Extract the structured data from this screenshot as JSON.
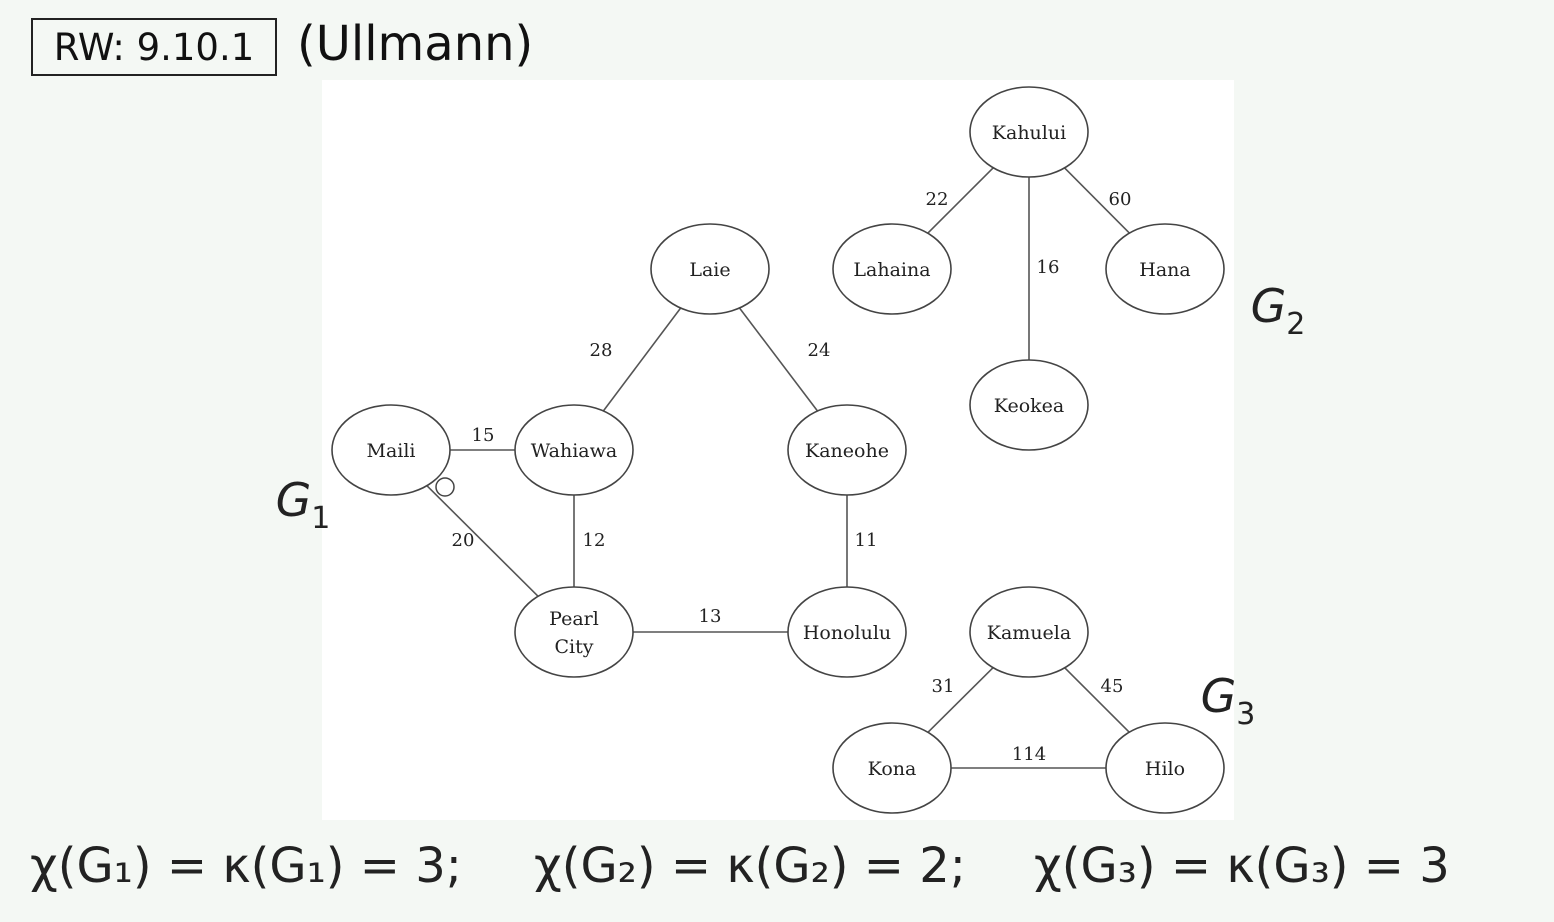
{
  "header": {
    "tag": "RW: 9.10.1",
    "subtitle": "(Ullmann)"
  },
  "graphs": [
    {
      "label": "G",
      "label_sub": "1",
      "nodes": [
        "Laie",
        "Maili",
        "Wahiawa",
        "Kaneohe",
        "Pearl City",
        "Honolulu"
      ],
      "edges": [
        {
          "from": "Laie",
          "to": "Wahiawa",
          "weight": "28"
        },
        {
          "from": "Laie",
          "to": "Kaneohe",
          "weight": "24"
        },
        {
          "from": "Maili",
          "to": "Wahiawa",
          "weight": "15"
        },
        {
          "from": "Maili",
          "to": "Pearl City",
          "weight": "20"
        },
        {
          "from": "Wahiawa",
          "to": "Pearl City",
          "weight": "12"
        },
        {
          "from": "Kaneohe",
          "to": "Honolulu",
          "weight": "11"
        },
        {
          "from": "Pearl City",
          "to": "Honolulu",
          "weight": "13"
        }
      ]
    },
    {
      "label": "G",
      "label_sub": "2",
      "nodes": [
        "Kahului",
        "Lahaina",
        "Hana",
        "Keokea"
      ],
      "edges": [
        {
          "from": "Kahului",
          "to": "Lahaina",
          "weight": "22"
        },
        {
          "from": "Kahului",
          "to": "Hana",
          "weight": "60"
        },
        {
          "from": "Kahului",
          "to": "Keokea",
          "weight": "16"
        }
      ]
    },
    {
      "label": "G",
      "label_sub": "3",
      "nodes": [
        "Kamuela",
        "Kona",
        "Hilo"
      ],
      "edges": [
        {
          "from": "Kamuela",
          "to": "Kona",
          "weight": "31"
        },
        {
          "from": "Kamuela",
          "to": "Hilo",
          "weight": "45"
        },
        {
          "from": "Kona",
          "to": "Hilo",
          "weight": "114"
        }
      ]
    }
  ],
  "formula": {
    "g1": "χ(G₁) = κ(G₁) = 3;",
    "g2": "χ(G₂) = κ(G₂) = 2;",
    "g3": "χ(G₃) = κ(G₃) = 3"
  }
}
